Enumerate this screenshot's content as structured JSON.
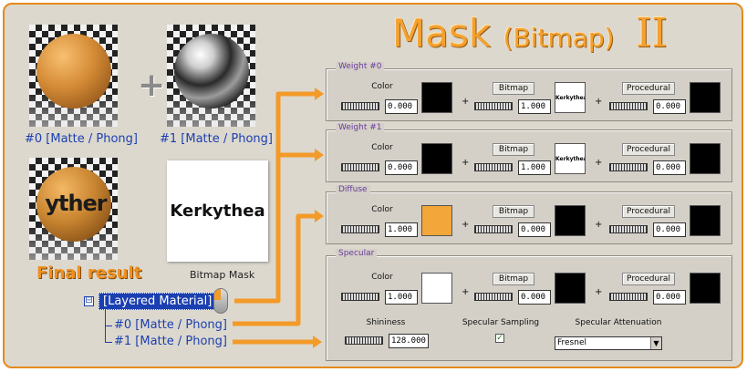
{
  "title": {
    "main": "Mask",
    "sub": "(Bitmap)",
    "roman": "II"
  },
  "renders": {
    "first_caption": "#0 [Matte / Phong]",
    "second_caption": "#1 [Matte / Phong]",
    "final_text": "yther",
    "final_label": "Final result",
    "bitmap_text": "Kerkythea",
    "bitmap_caption": "Bitmap Mask"
  },
  "tree": {
    "expander": "⊟",
    "root": "[Layered Material]",
    "children": [
      "#0 [Matte / Phong]",
      "#1 [Matte / Phong]"
    ]
  },
  "labels": {
    "color": "Color",
    "bitmap": "Bitmap",
    "procedural": "Procedural",
    "plus": "+",
    "shininess": "Shininess",
    "specular_sampling": "Specular Sampling",
    "specular_attenuation": "Specular Attenuation"
  },
  "panels": {
    "weight0": {
      "legend": "Weight #0",
      "color": "0.000",
      "bitmap": "1.000",
      "procedural": "0.000",
      "bitmap_text": "Kerkythea"
    },
    "weight1": {
      "legend": "Weight #1",
      "color": "0.000",
      "bitmap": "1.000",
      "procedural": "0.000",
      "bitmap_text": "Kerkythea"
    },
    "diffuse": {
      "legend": "Diffuse",
      "color": "1.000",
      "bitmap": "0.000",
      "procedural": "0.000"
    },
    "specular": {
      "legend": "Specular",
      "color": "1.000",
      "bitmap": "0.000",
      "procedural": "0.000",
      "shininess": "128.000",
      "sampling_check": "✓",
      "attenuation": "Fresnel"
    }
  },
  "colors": {
    "accent": "#f39a28",
    "black_swatch": "#000000",
    "diffuse_swatch": "#f3a73a",
    "white_swatch": "#ffffff"
  },
  "icons": [
    "plus-icon",
    "mouse-icon",
    "arrow-icon",
    "checkbox-icon",
    "dropdown-arrow-icon",
    "slider-icon"
  ]
}
